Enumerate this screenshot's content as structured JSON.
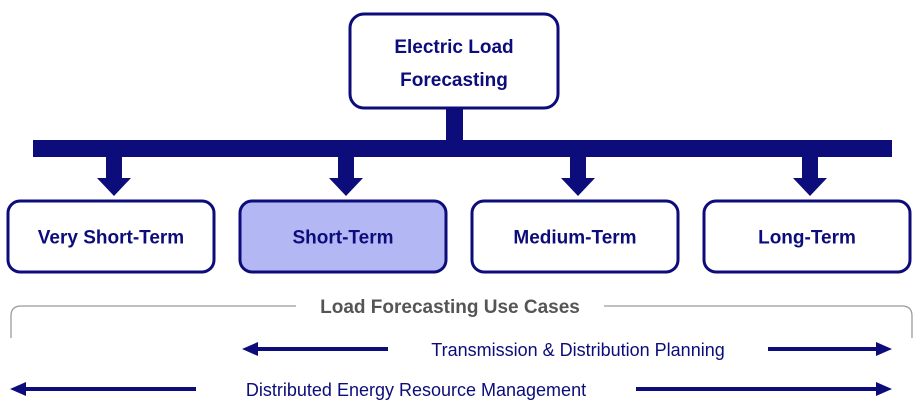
{
  "colors": {
    "primary": "#0c0c7a",
    "highlight_fill": "#b3b8f5",
    "box_fill": "#ffffff",
    "bracket": "#9a9a9a",
    "section_text": "#555555"
  },
  "root": {
    "line1": "Electric Load",
    "line2": "Forecasting"
  },
  "categories": [
    {
      "label": "Very Short-Term",
      "highlighted": false
    },
    {
      "label": "Short-Term",
      "highlighted": true
    },
    {
      "label": "Medium-Term",
      "highlighted": false
    },
    {
      "label": "Long-Term",
      "highlighted": false
    }
  ],
  "use_cases": {
    "title": "Load Forecasting Use Cases",
    "items": [
      {
        "label": "Transmission & Distribution Planning",
        "span_from": "Short-Term",
        "span_to": "Long-Term"
      },
      {
        "label": "Distributed Energy Resource Management",
        "span_from": "Very Short-Term",
        "span_to": "Long-Term"
      }
    ]
  }
}
